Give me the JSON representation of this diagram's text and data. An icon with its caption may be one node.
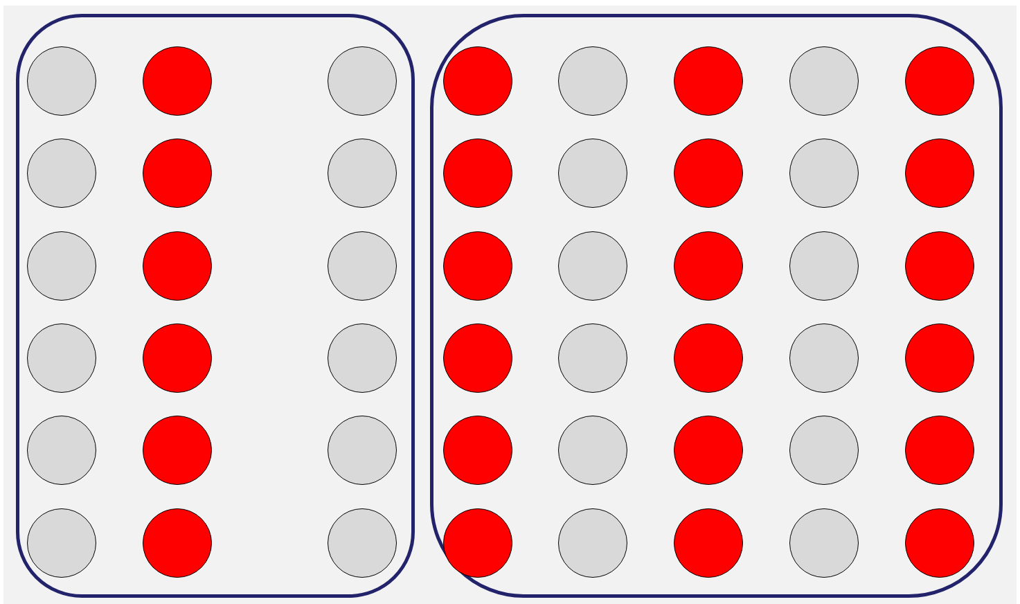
{
  "diagram": {
    "nodes": [
      {
        "text": [],
        "shape": "box"
      },
      {
        "text": [],
        "shape": "circle",
        "in": 0
      },
      {
        "text": [],
        "shape": "circle",
        "in": 0
      },
      {
        "text": [],
        "shape": "circle",
        "in": 0
      },
      {
        "text": [],
        "shape": "circle",
        "in": 0
      },
      {
        "text": [],
        "shape": "circle",
        "in": 0
      },
      {
        "text": [],
        "shape": "circle",
        "in": 0
      },
      {
        "text": [],
        "shape": "circle",
        "in": 0
      },
      {
        "text": [],
        "shape": "circle",
        "in": 0
      },
      {
        "text": [],
        "shape": "circle",
        "in": 0
      },
      {
        "text": [],
        "shape": "circle",
        "in": 0
      },
      {
        "text": [],
        "shape": "circle",
        "in": 0
      },
      {
        "text": [],
        "shape": "circle",
        "in": 0
      },
      {
        "text": [],
        "shape": "circle",
        "in": 0
      },
      {
        "text": [],
        "shape": "circle",
        "in": 0
      },
      {
        "text": [],
        "shape": "circle",
        "in": 0
      },
      {
        "text": [],
        "shape": "circle",
        "in": 0
      },
      {
        "text": [],
        "shape": "circle",
        "in": 0
      },
      {
        "text": [],
        "shape": "circle",
        "in": 0
      },
      {
        "text": [],
        "shape": "box"
      },
      {
        "text": [],
        "shape": "circle",
        "in": 19
      },
      {
        "text": [],
        "shape": "circle",
        "in": 19
      },
      {
        "text": [],
        "shape": "circle",
        "in": 19
      },
      {
        "text": [],
        "shape": "circle",
        "in": 19
      },
      {
        "text": [],
        "shape": "circle",
        "in": 19
      },
      {
        "text": [],
        "shape": "circle",
        "in": 19
      },
      {
        "text": [],
        "shape": "circle",
        "in": 19
      },
      {
        "text": [],
        "shape": "circle",
        "in": 19
      },
      {
        "text": [],
        "shape": "circle",
        "in": 19
      },
      {
        "text": [],
        "shape": "circle",
        "in": 19
      },
      {
        "text": [],
        "shape": "circle",
        "in": 19
      },
      {
        "text": [],
        "shape": "circle",
        "in": 19
      },
      {
        "text": [],
        "shape": "circle",
        "in": 19
      },
      {
        "text": [],
        "shape": "circle",
        "in": 19
      },
      {
        "text": [],
        "shape": "circle",
        "in": 19
      },
      {
        "text": [],
        "shape": "circle",
        "in": 19
      },
      {
        "text": [],
        "shape": "circle",
        "in": 19
      },
      {
        "text": [],
        "shape": "circle",
        "in": 19
      },
      {
        "text": [],
        "shape": "circle",
        "in": 19
      },
      {
        "text": [],
        "shape": "circle",
        "in": 19
      },
      {
        "text": [],
        "shape": "circle",
        "in": 19
      },
      {
        "text": [],
        "shape": "circle",
        "in": 19
      },
      {
        "text": [],
        "shape": "circle",
        "in": 19
      },
      {
        "text": [],
        "shape": "circle",
        "in": 19
      },
      {
        "text": [],
        "shape": "circle",
        "in": 19
      },
      {
        "text": [],
        "shape": "circle",
        "in": 19
      },
      {
        "text": [],
        "shape": "circle",
        "in": 19
      },
      {
        "text": [],
        "shape": "circle",
        "in": 19
      },
      {
        "text": [],
        "shape": "circle",
        "in": 19
      },
      {
        "text": [],
        "shape": "circle",
        "in": 19
      }
    ],
    "edges": []
  }
}
